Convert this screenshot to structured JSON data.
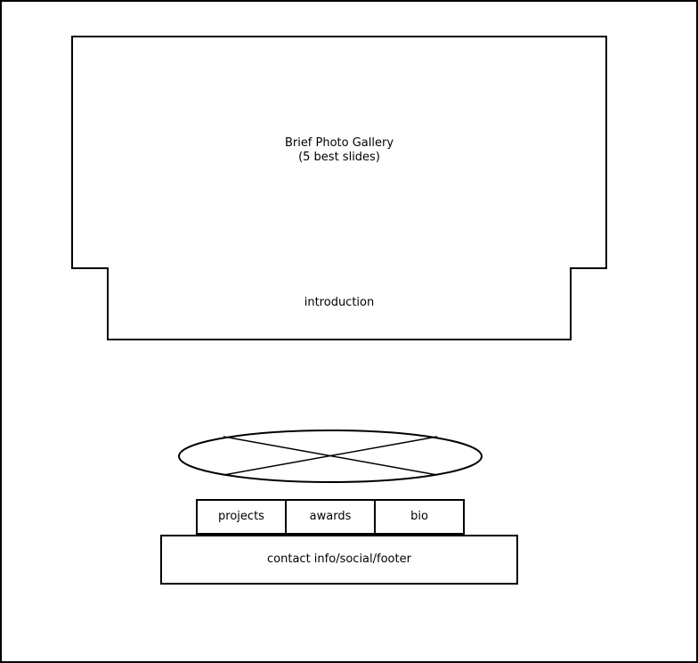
{
  "gallery": {
    "line1": "Brief Photo Gallery",
    "line2": "(5 best slides)"
  },
  "introduction": {
    "label": "introduction"
  },
  "logo": {
    "icon": "image-placeholder-ellipse"
  },
  "nav": {
    "projects": "projects",
    "awards": "awards",
    "bio": "bio"
  },
  "footer": {
    "label": "contact info/social/footer"
  }
}
